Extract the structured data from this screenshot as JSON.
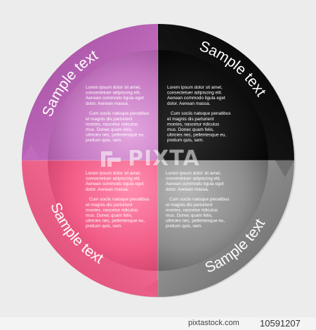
{
  "colors": {
    "background": "#ececec",
    "q1": "#c06bbd",
    "q1_light": "#d998d6",
    "q2": "#0e0e0e",
    "q2_light": "#3a3a3a",
    "q3": "#f0557f",
    "q3_light": "#fa8fac",
    "q4": "#8a8a8a",
    "q4_light": "#bdbdbd"
  },
  "quadrants": [
    {
      "id": "top-left",
      "label": "Sample text",
      "p1": [],
      "p2": []
    },
    {
      "id": "top-right",
      "label": "Sample text",
      "p1": [
        "Lorem ipsum dolor sit amet,",
        "consectetuer adipiscing elit.",
        "Aenean commodo ligula eget",
        "dolor. Aenean massa."
      ],
      "p2": [
        "Cum sociis natoque penatibus",
        "et magnis dis parturient",
        "montes, nascetur ridiculus",
        "mus. Donec quam felis,",
        "ultricies nec, pellentesque eu,",
        "pretium quis, sem."
      ]
    },
    {
      "id": "bottom-left",
      "label": "Sample text",
      "p1": [
        "Lorem ipsum dolor sit amet,",
        "consectetuer adipiscing elit.",
        "Aenean commodo ligula eget",
        "dolor. Aenean massa."
      ],
      "p2": [
        "Cum sociis natoque penatibus",
        "et magnis dis parturient",
        "montes, nascetur ridiculus",
        "mus. Donec quam felis,",
        "ultricies nec, pellentesque eu,",
        "pretium quis, sem."
      ]
    },
    {
      "id": "bottom-right",
      "label": "Sample text",
      "p1": [
        "Lorem ipsum dolor sit amet,",
        "consectetuer adipiscing elit.",
        "Aenean commodo ligula eget",
        "dolor. Aenean massa."
      ],
      "p2": [
        "Cum sociis natoque penatibus",
        "et magnis dis parturient",
        "montes, nascetur ridiculus",
        "mus. Donec quam felis,",
        "ultricies nec, pellentesque eu,",
        "pretium quis, sem."
      ]
    }
  ],
  "top_left_text": {
    "p1": [
      "Lorem ipsum dolor sit amet,",
      "consectetuer adipiscing elit.",
      "Aenean commodo ligula eget",
      "dolor. Aenean massa."
    ],
    "p2": [
      "Cum sociis natoque penatibus",
      "et magnis dis parturient",
      "montes, nascetur ridiculus",
      "mus. Donec quam felis,",
      "ultricies nec, pellentesque eu,",
      "pretium quis, sem."
    ]
  },
  "watermark": {
    "text": "PIXTA"
  },
  "footer": {
    "site": "pixtastock.com",
    "id": "10591207"
  }
}
